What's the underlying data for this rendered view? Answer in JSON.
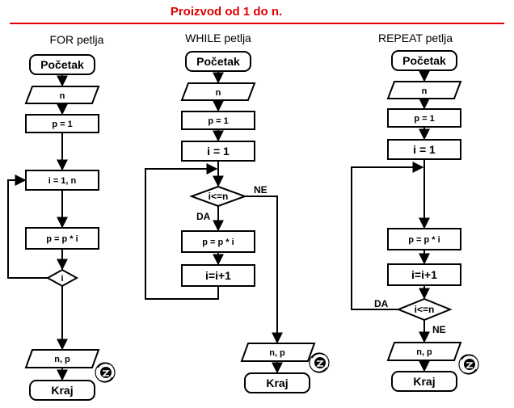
{
  "title": "Proizvod od 1 do n.",
  "colors": {
    "title": "#e00000",
    "stroke": "#000000",
    "fill": "#ffffff"
  },
  "for_chart": {
    "header": "FOR petlja",
    "start": "Početak",
    "input": "n",
    "init": "p = 1",
    "loop": "i = 1,  n",
    "body": "p = p * i",
    "loop_end": "i",
    "output": "n, p",
    "end": "Kraj"
  },
  "while_chart": {
    "header": "WHILE petlja",
    "start": "Početak",
    "input": "n",
    "init_p": "p = 1",
    "init_i": "i = 1",
    "condition": "i<=n",
    "yes": "DA",
    "no": "NE",
    "body": "p = p * i",
    "increment": "i=i+1",
    "output": "n, p",
    "end": "Kraj"
  },
  "repeat_chart": {
    "header": "REPEAT petlja",
    "start": "Početak",
    "input": "n",
    "init_p": "p = 1",
    "init_i": "i = 1",
    "body": "p = p * i",
    "increment": "i=i+1",
    "condition": "i<=n",
    "yes": "DA",
    "no": "NE",
    "output": "n, p",
    "end": "Kraj"
  },
  "icons": [
    "stop-sign-icon",
    "stop-sign-icon",
    "stop-sign-icon"
  ]
}
